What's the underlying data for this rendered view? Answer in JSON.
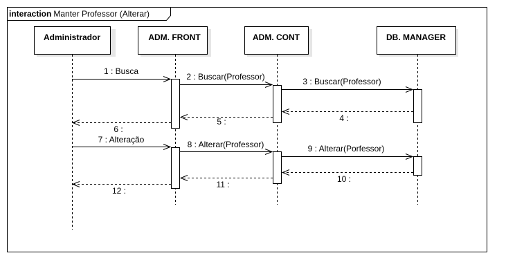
{
  "frame": {
    "keyword": "interaction",
    "title": "Manter Professor (Alterar)"
  },
  "lifelines": [
    {
      "id": "admin",
      "name": "Administrador"
    },
    {
      "id": "front",
      "name": "ADM. FRONT"
    },
    {
      "id": "cont",
      "name": "ADM. CONT"
    },
    {
      "id": "db",
      "name": "DB. MANAGER"
    }
  ],
  "messages": [
    {
      "id": "m1",
      "label": "1 : Busca",
      "from": "admin",
      "to": "front",
      "kind": "sync"
    },
    {
      "id": "m2",
      "label": "2 : Buscar(Professor)",
      "from": "front",
      "to": "cont",
      "kind": "sync"
    },
    {
      "id": "m3",
      "label": "3 : Buscar(Professor)",
      "from": "cont",
      "to": "db",
      "kind": "sync"
    },
    {
      "id": "m4",
      "label": "4 :",
      "from": "db",
      "to": "cont",
      "kind": "reply"
    },
    {
      "id": "m5",
      "label": "5 :",
      "from": "cont",
      "to": "front",
      "kind": "reply"
    },
    {
      "id": "m6",
      "label": "6 :",
      "from": "front",
      "to": "admin",
      "kind": "reply"
    },
    {
      "id": "m7",
      "label": "7 : Alteração",
      "from": "admin",
      "to": "front",
      "kind": "sync"
    },
    {
      "id": "m8",
      "label": "8 : Alterar(Professor)",
      "from": "front",
      "to": "cont",
      "kind": "sync"
    },
    {
      "id": "m9",
      "label": "9 : Alterar(Porfessor)",
      "from": "cont",
      "to": "db",
      "kind": "sync"
    },
    {
      "id": "m10",
      "label": "10 :",
      "from": "db",
      "to": "cont",
      "kind": "reply"
    },
    {
      "id": "m11",
      "label": "11 :",
      "from": "cont",
      "to": "front",
      "kind": "reply"
    },
    {
      "id": "m12",
      "label": "12 :",
      "from": "front",
      "to": "admin",
      "kind": "reply"
    }
  ],
  "colors": {
    "line": "#000000",
    "shadow": "#e6e6e6",
    "background": "#ffffff"
  }
}
